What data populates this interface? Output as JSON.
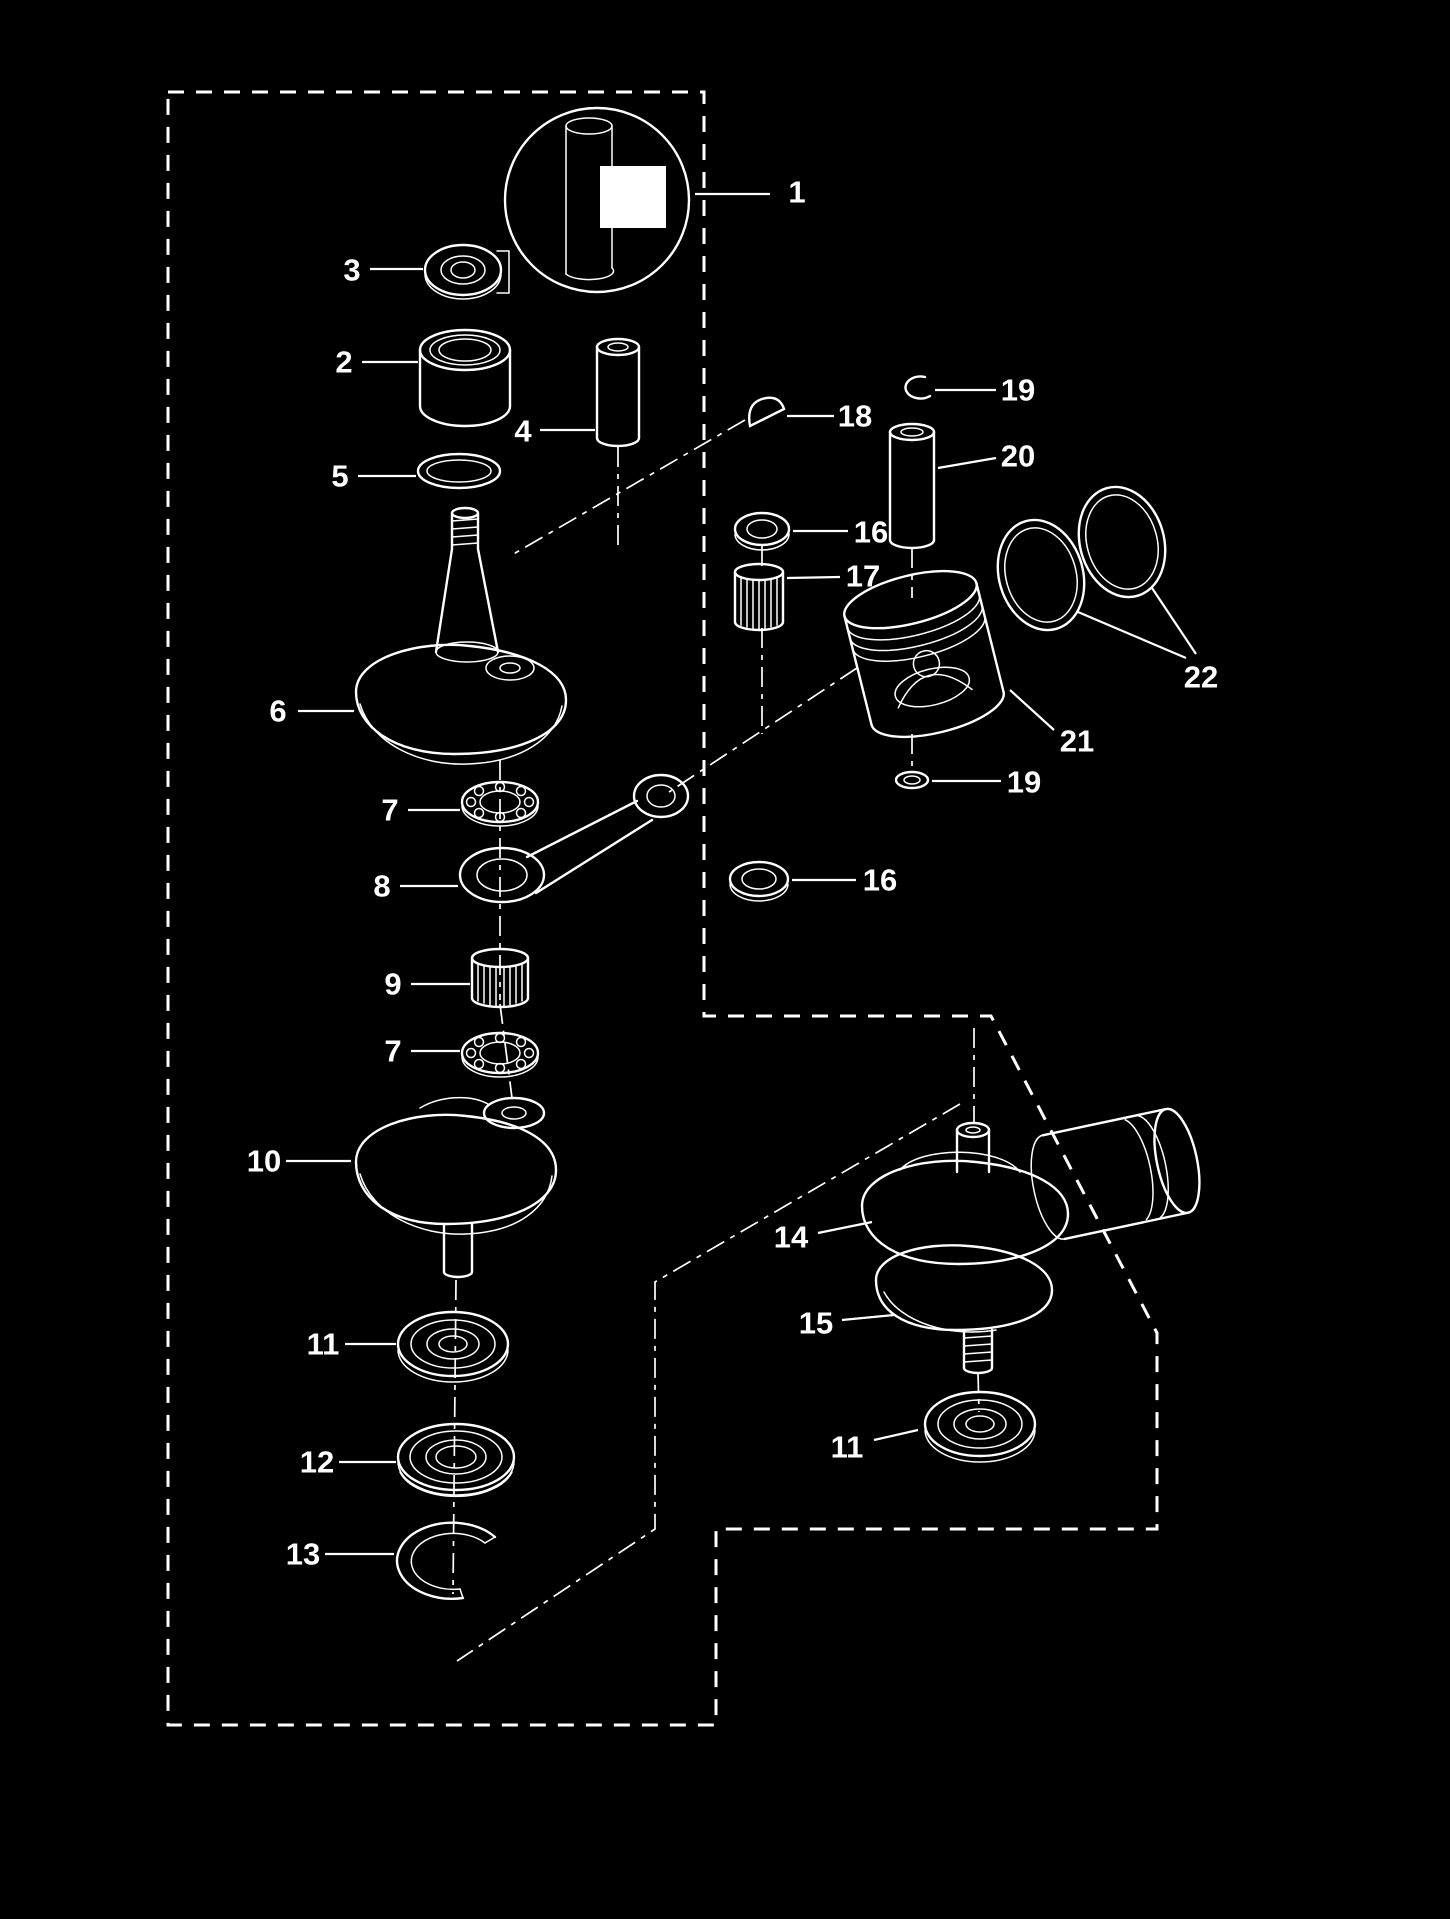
{
  "figure": {
    "type": "exploded-parts-diagram",
    "background_color": "#000000",
    "line_color": "#ffffff"
  },
  "callouts": [
    {
      "label": "1"
    },
    {
      "label": "2"
    },
    {
      "label": "3"
    },
    {
      "label": "4"
    },
    {
      "label": "5"
    },
    {
      "label": "6"
    },
    {
      "label": "7"
    },
    {
      "label": "8"
    },
    {
      "label": "9"
    },
    {
      "label": "7"
    },
    {
      "label": "10"
    },
    {
      "label": "11"
    },
    {
      "label": "12"
    },
    {
      "label": "13"
    },
    {
      "label": "18"
    },
    {
      "label": "19"
    },
    {
      "label": "20"
    },
    {
      "label": "16"
    },
    {
      "label": "17"
    },
    {
      "label": "21"
    },
    {
      "label": "22"
    },
    {
      "label": "19"
    },
    {
      "label": "16"
    },
    {
      "label": "14"
    },
    {
      "label": "15"
    },
    {
      "label": "11"
    }
  ]
}
